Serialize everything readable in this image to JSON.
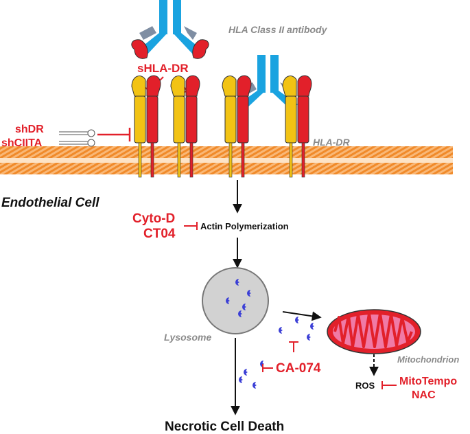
{
  "labels": {
    "antibody": "HLA Class II antibody",
    "shla_dr": "sHLA-DR",
    "shdr": "shDR",
    "shciita": "shCIITA",
    "hla_dr": "HLA-DR",
    "endothelial": "Endothelial Cell",
    "cyto_d": "Cyto-D",
    "ct04": "CT04",
    "actin": "Actin Polymerization",
    "lysosome": "Lysosome",
    "mitochondrion": "Mitochondrion",
    "ca074": "CA-074",
    "ros": "ROS",
    "mitotempo": "MitoTempo",
    "nac": "NAC",
    "death": "Necrotic Cell Death"
  },
  "colors": {
    "red": "#e2202a",
    "yellow": "#f2c314",
    "antibody_blue": "#1aa3e0",
    "antibody_grey": "#7f8ea3",
    "membrane": "#f7a24f",
    "cathepsin": "#3b3fd6",
    "lysosome_fill": "#d2d2d2",
    "mito_pink": "#f07aa6"
  }
}
